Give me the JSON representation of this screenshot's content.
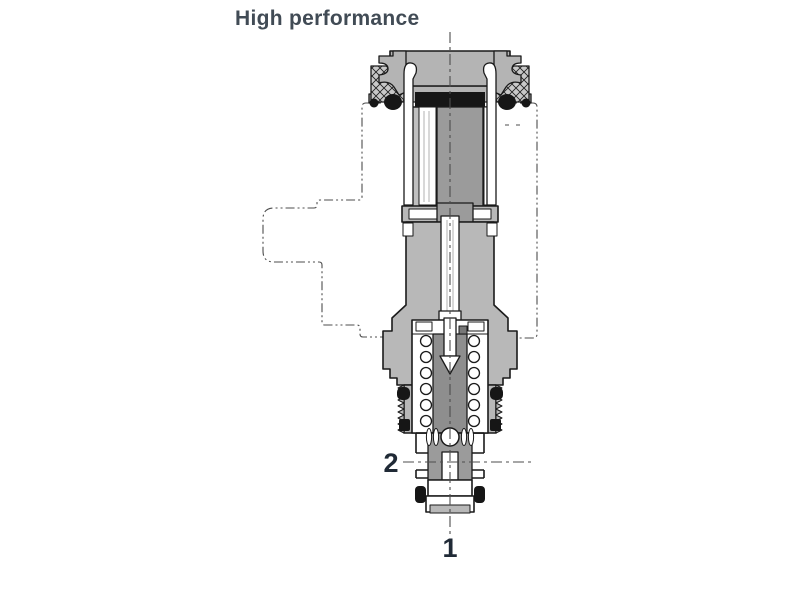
{
  "title": {
    "text": "High performance",
    "color": "#414b55"
  },
  "figure": {
    "port_labels": {
      "side_port": "2",
      "nose_port": "1"
    },
    "colors": {
      "background": "#ffffff",
      "outline": "#1a1a1a",
      "body_gray": "#b8b8b8",
      "sleeve_gray": "#bfbfbf",
      "cap_gray": "#b4b4b4",
      "spool_gray": "#9b9b9b",
      "guide_gray": "#8e8e8e",
      "hatch_gray": "#c8c8c8",
      "seal_black": "#161616",
      "phantom_line": "#4d4d4d",
      "port_label_color": "#202a36",
      "title_color": "#414b55"
    }
  }
}
